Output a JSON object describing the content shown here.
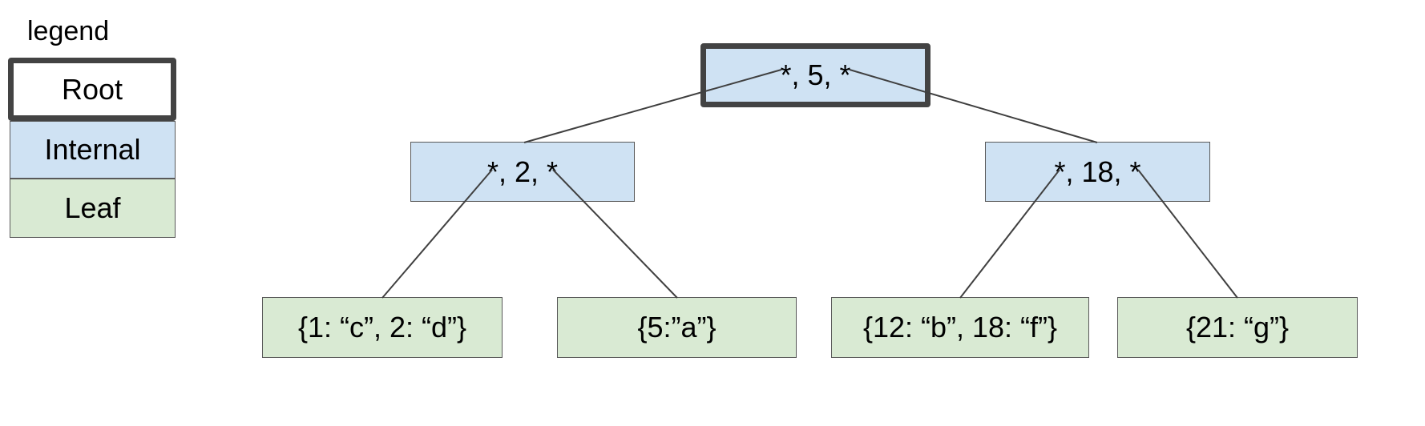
{
  "legend": {
    "title": "legend",
    "root_label": "Root",
    "internal_label": "Internal",
    "leaf_label": "Leaf"
  },
  "tree": {
    "root": {
      "label": "*, 5, *"
    },
    "internal_left": {
      "label": "*, 2, *"
    },
    "internal_right": {
      "label": "*, 18, *"
    },
    "leaves": [
      {
        "label": "{1: “c”, 2: “d”}"
      },
      {
        "label": "{5:”a”}"
      },
      {
        "label": "{12: “b”, 18: “f”}"
      },
      {
        "label": "{21: “g”}"
      }
    ]
  },
  "colors": {
    "internal_fill": "#cfe2f3",
    "leaf_fill": "#d9ead3",
    "root_border": "#434343",
    "edge": "#404040"
  }
}
